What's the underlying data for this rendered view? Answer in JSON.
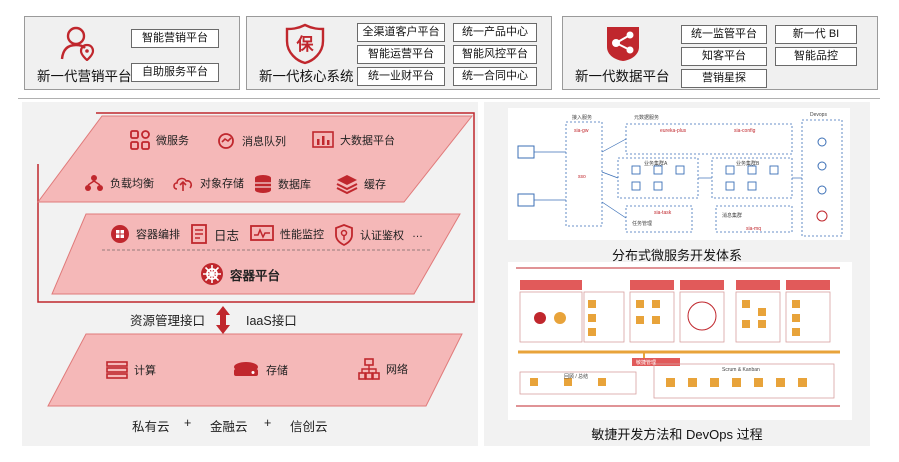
{
  "top": {
    "marketing": {
      "title": "新一代营销平台",
      "icon": "user-pin-icon",
      "chips": [
        "智能营销平台",
        "自助服务平台"
      ]
    },
    "core": {
      "title": "新一代核心系统",
      "icon": "shield-bao-icon",
      "icon_text": "保",
      "chips": [
        "全渠道客户平台",
        "统一产品中心",
        "智能运营平台",
        "智能风控平台",
        "统一业财平台",
        "统一合同中心"
      ]
    },
    "data": {
      "title": "新一代数据平台",
      "icon": "share-nodes-icon",
      "chips": [
        "统一监管平台",
        "新一代 BI",
        "知客平台",
        "智能品控",
        "营销星探"
      ]
    }
  },
  "left": {
    "paas_items": [
      {
        "label": "微服务",
        "icon": "grid-icon"
      },
      {
        "label": "消息队列",
        "icon": "message-hand-icon"
      },
      {
        "label": "大数据平台",
        "icon": "bar-chart-icon"
      },
      {
        "label": "负载均衡",
        "icon": "load-balance-icon"
      },
      {
        "label": "对象存储",
        "icon": "cloud-upload-icon"
      },
      {
        "label": "数据库",
        "icon": "database-icon"
      },
      {
        "label": "缓存",
        "icon": "layers-icon"
      }
    ],
    "container_items": [
      {
        "label": "容器编排",
        "icon": "cube-cluster-icon"
      },
      {
        "label": "日志",
        "icon": "document-icon"
      },
      {
        "label": "性能监控",
        "icon": "monitor-wave-icon"
      },
      {
        "label": "认证鉴权",
        "icon": "shield-key-icon"
      }
    ],
    "ellipsis": "…",
    "container_title": "容器平台",
    "container_icon": "helm-wheel-icon",
    "interface_left": "资源管理接口",
    "interface_right": "IaaS接口",
    "interface_icon": "up-down-arrow-icon",
    "iaas_items": [
      {
        "label": "计算",
        "icon": "server-rack-icon"
      },
      {
        "label": "存储",
        "icon": "disk-drive-icon"
      },
      {
        "label": "网络",
        "icon": "network-tree-icon"
      }
    ],
    "clouds": [
      "私有云",
      "+",
      "金融云",
      "+",
      "信创云"
    ]
  },
  "right": {
    "micro_caption": "分布式微服务开发体系",
    "micro_labels": [
      "接入服务",
      "元数据服务",
      "Devops",
      "sia-gw",
      "eureka-plus",
      "sia-config",
      "sso",
      "sia-task",
      "sia-mq",
      "业务集群A",
      "业务集群B",
      "任务管理",
      "消息集群"
    ],
    "agile_caption": "敏捷开发方法和 DevOps 过程",
    "agile_labels": [
      "敏捷管理",
      "Scrum & Kanban",
      "回顾 / 总结"
    ]
  },
  "colors": {
    "accent": "#c0272d",
    "accent_light": "#f5b8b8",
    "accent_mid": "#e07a7a",
    "panel_bg": "#f2f2f2",
    "chip_border": "#6a6a6a",
    "blue_line": "#3b6fb6",
    "orange": "#e8a33a"
  }
}
